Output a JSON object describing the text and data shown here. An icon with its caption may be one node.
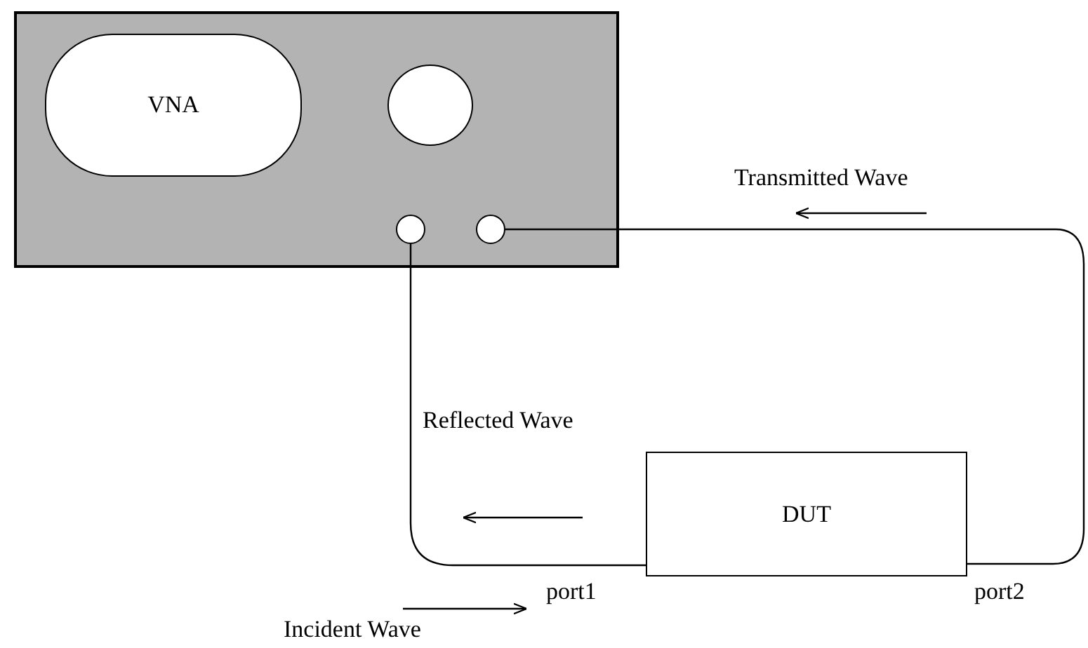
{
  "diagram": {
    "nodes": [
      {
        "text": [],
        "shape": "box"
      },
      {
        "text": [
          "VNA"
        ],
        "in": 0
      },
      {
        "text": [],
        "shape": "circle",
        "in": 0
      },
      {
        "text": [],
        "shape": "circle",
        "in": 0
      },
      {
        "text": [
          "DUT"
        ],
        "beside": [
          "port1",
          "port2"
        ]
      }
    ],
    "edges": [
      {
        "from": 2,
        "to": 4,
        "arrow": "none"
      },
      {
        "from": 3,
        "to": 4,
        "arrow": "none"
      }
    ],
    "labels": [
      "Transmitted Wave",
      "Reflected Wave",
      "Incident Wave"
    ]
  }
}
